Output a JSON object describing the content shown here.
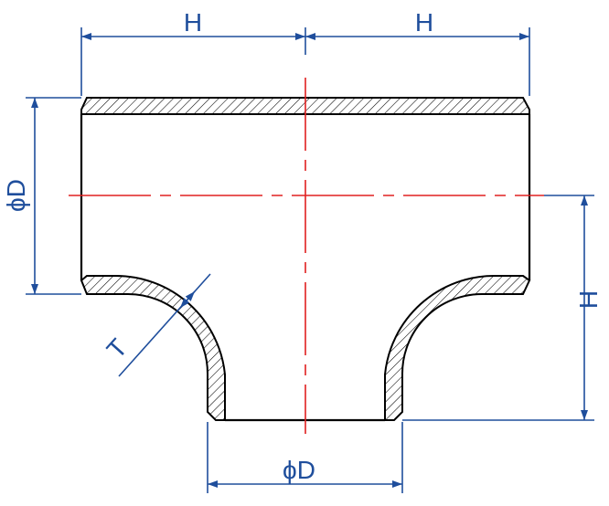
{
  "labels": {
    "top_left_h": "H",
    "top_right_h": "H",
    "left_d": "ϕD",
    "right_h": "H",
    "thickness": "T",
    "bottom_d": "ϕD"
  },
  "colors": {
    "outline": "#000000",
    "dimension": "#1f4e9c",
    "centerline": "#e02020",
    "hatch": "#000000",
    "background": "#ffffff"
  }
}
